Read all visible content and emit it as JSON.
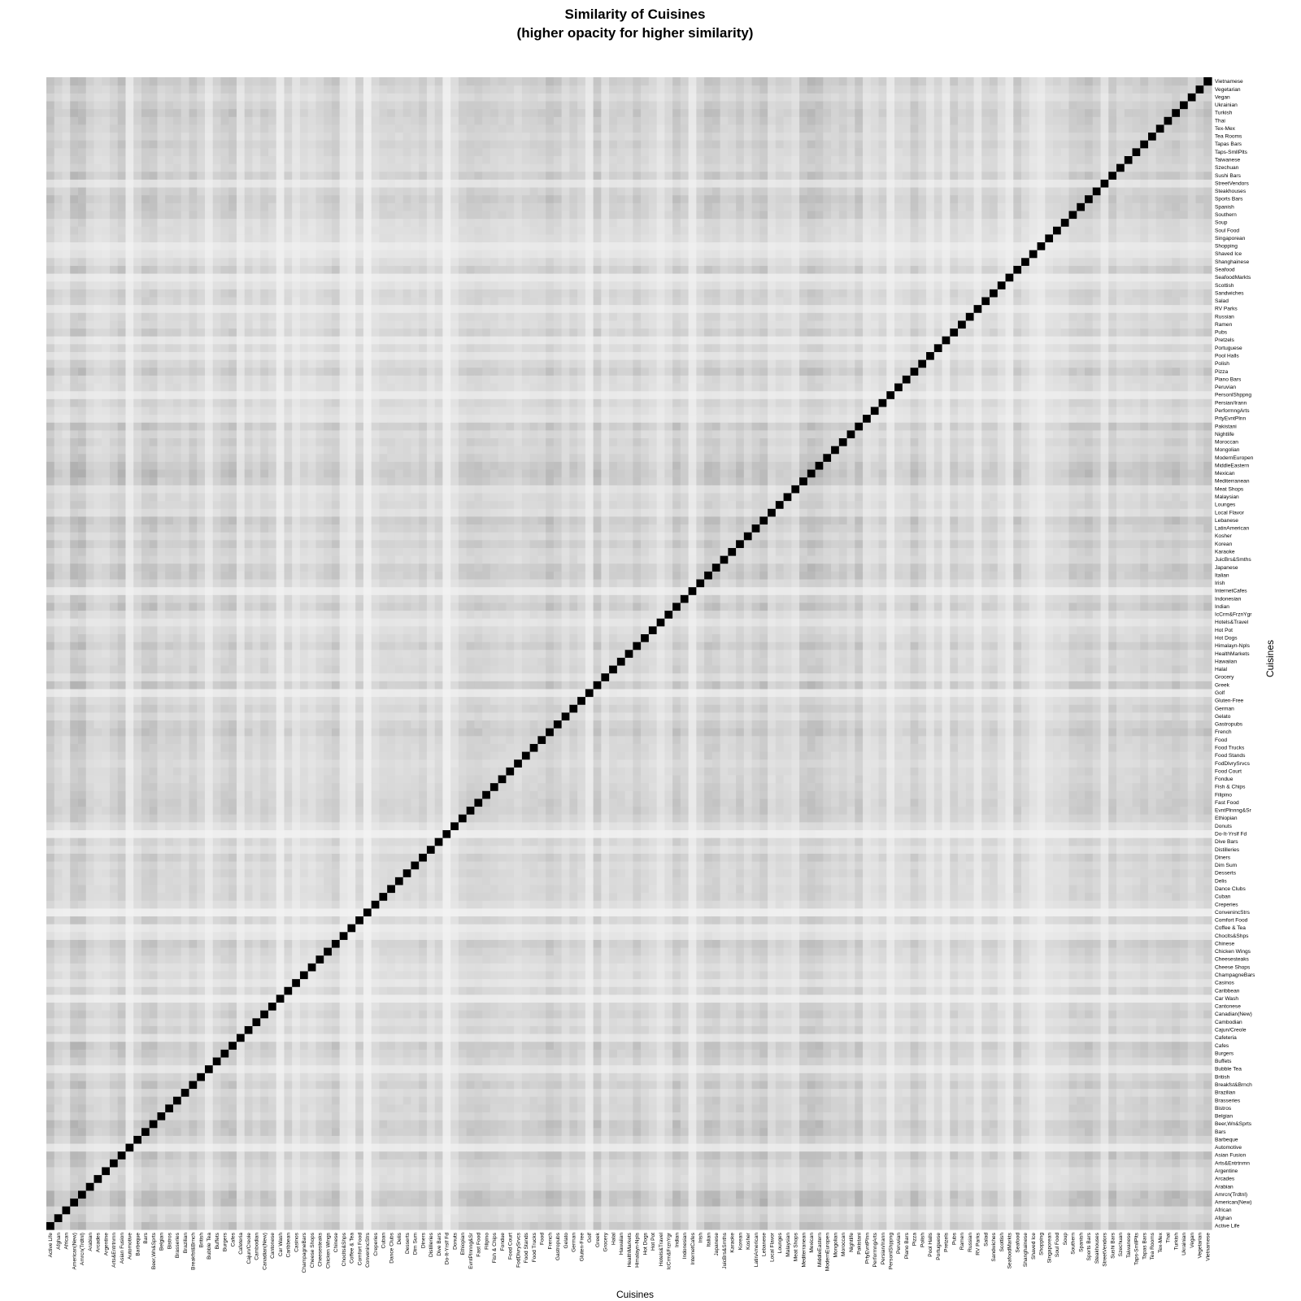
{
  "chart_data": {
    "type": "heatmap",
    "title": "Similarity of Cuisines",
    "subtitle": "(higher opacity for higher similarity)",
    "xlabel": "Cuisines",
    "ylabel": "Cuisines",
    "color_low": "#ffffff",
    "color_high": "#000000",
    "diagonal_value": 1.0,
    "categories": [
      "Active Life",
      "Afghan",
      "African",
      "American(New)",
      "Amrcn(Trdtnl)",
      "Arabian",
      "Arcades",
      "Argentine",
      "Arts&Entrtnmn",
      "Asian Fusion",
      "Automotive",
      "Barbeque",
      "Bars",
      "Beer,Wn&Sprts",
      "Belgian",
      "Bistros",
      "Brasseries",
      "Brazilian",
      "Breakfst&Brnch",
      "British",
      "Bubble Tea",
      "Buffets",
      "Burgers",
      "Cafes",
      "Cafeteria",
      "Cajun/Creole",
      "Cambodian",
      "Canadian(New)",
      "Cantonese",
      "Car Wash",
      "Caribbean",
      "Casinos",
      "ChampagneBars",
      "Cheese Shops",
      "Cheesesteaks",
      "Chicken Wings",
      "Chinese",
      "Choclts&Shps",
      "Coffee & Tea",
      "Comfort Food",
      "ConvenincStrs",
      "Creperies",
      "Cuban",
      "Dance Clubs",
      "Delis",
      "Desserts",
      "Dim Sum",
      "Diners",
      "Distilleries",
      "Dive Bars",
      "Do-It-Yrslf Fd",
      "Donuts",
      "Ethiopian",
      "EvntPlnnng&Sr",
      "Fast Food",
      "Filipino",
      "Fish & Chips",
      "Fondue",
      "Food Court",
      "FodDlvrySrvcs",
      "Food Stands",
      "Food Trucks",
      "Food",
      "French",
      "Gastropubs",
      "Gelato",
      "German",
      "Gluten-Free",
      "Golf",
      "Greek",
      "Grocery",
      "Halal",
      "Hawaiian",
      "HealthMarkets",
      "Himalayn-Npls",
      "Hot Dogs",
      "Hot Pot",
      "Hotels&Travel",
      "IcCrm&FrznYgr",
      "Indian",
      "Indonesian",
      "InternetCafes",
      "Irish",
      "Italian",
      "Japanese",
      "JuicBrs&Smths",
      "Karaoke",
      "Korean",
      "Kosher",
      "LatinAmerican",
      "Lebanese",
      "Local Flavor",
      "Lounges",
      "Malaysian",
      "Meat Shops",
      "Mediterranean",
      "Mexican",
      "MiddleEastern",
      "ModernEuropen",
      "Mongolian",
      "Moroccan",
      "Nightlife",
      "Pakistani",
      "PrtyEvntPlnn",
      "PerformngArts",
      "Persian/Irann",
      "PersonlShppng",
      "Peruvian",
      "Piano Bars",
      "Pizza",
      "Polish",
      "Pool Halls",
      "Portuguese",
      "Pretzels",
      "Pubs",
      "Ramen",
      "Russian",
      "RV Parks",
      "Salad",
      "Sandwiches",
      "Scottish",
      "SeafoodMarkts",
      "Seafood",
      "Shanghainese",
      "Shaved Ice",
      "Shopping",
      "Singaporean",
      "Soul Food",
      "Soup",
      "Southern",
      "Spanish",
      "Sports Bars",
      "Steakhouses",
      "StreetVendors",
      "Sushi Bars",
      "Szechuan",
      "Taiwanese",
      "Taps-SmllPlts",
      "Tapas Bars",
      "Tea Rooms",
      "Tex-Mex",
      "Thai",
      "Turkish",
      "Ukrainian",
      "Vegan",
      "Vegetarian",
      "Vietnamese"
    ],
    "row_weights": [
      0.9,
      0.6,
      0.5,
      1.0,
      1.0,
      0.6,
      0.5,
      0.5,
      0.7,
      0.9,
      0.2,
      0.6,
      0.85,
      0.9,
      0.6,
      0.7,
      0.7,
      0.55,
      0.8,
      0.6,
      0.25,
      0.6,
      0.75,
      0.85,
      0.3,
      0.65,
      0.5,
      0.7,
      0.6,
      0.15,
      0.6,
      0.3,
      0.5,
      0.4,
      0.55,
      0.65,
      0.8,
      0.3,
      0.2,
      0.65,
      0.1,
      0.45,
      0.6,
      0.6,
      0.55,
      0.6,
      0.55,
      0.7,
      0.4,
      0.6,
      0.1,
      0.4,
      0.65,
      0.75,
      0.75,
      0.7,
      0.65,
      0.6,
      0.6,
      0.5,
      0.6,
      0.65,
      0.65,
      0.85,
      0.75,
      0.5,
      0.7,
      0.55,
      0.2,
      0.85,
      0.4,
      0.65,
      0.6,
      0.55,
      0.8,
      0.6,
      0.5,
      0.3,
      0.5,
      0.85,
      0.65,
      0.2,
      0.6,
      0.85,
      0.85,
      0.55,
      0.6,
      0.8,
      0.55,
      0.75,
      0.9,
      0.45,
      0.6,
      0.55,
      0.4,
      0.85,
      0.95,
      0.9,
      0.7,
      0.6,
      0.7,
      0.55,
      0.85,
      0.35,
      0.45,
      0.6,
      0.2,
      0.5,
      0.5,
      0.8,
      0.6,
      0.3,
      0.55,
      0.25,
      0.7,
      0.5,
      0.55,
      0.25,
      0.6,
      0.65,
      0.4,
      0.2,
      0.75,
      0.5,
      0.3,
      0.2,
      0.45,
      0.5,
      0.5,
      0.75,
      0.75,
      0.85,
      0.7,
      0.3,
      0.8,
      0.55,
      0.6,
      0.65,
      0.75,
      0.6,
      0.7,
      0.75,
      0.85,
      0.75,
      0.55,
      0.7,
      0.85,
      0.8
    ]
  }
}
